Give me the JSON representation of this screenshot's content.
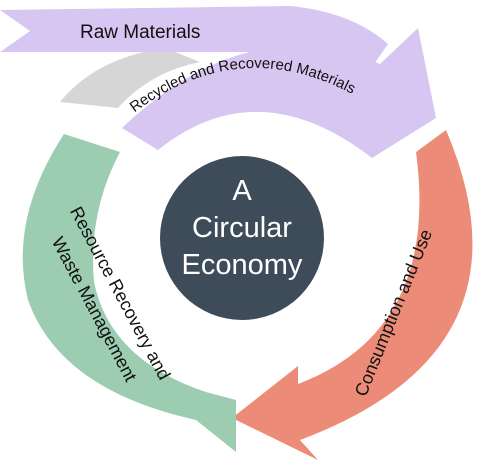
{
  "center": {
    "lines": [
      "A",
      "Circular",
      "Economy"
    ],
    "color": "#3e4c5a"
  },
  "stages": {
    "raw_materials": {
      "label": "Raw Materials",
      "color": "#d8c6f2"
    },
    "recycled": {
      "label": "Recycled and Recovered Materials",
      "color": "#d8c6f2"
    },
    "consumption": {
      "label": "Consumption and Use",
      "color": "#ec8c78"
    },
    "resource_recovery": {
      "lines": [
        "Resource Recovery and",
        "Waste Management"
      ],
      "color": "#9ccdb1"
    },
    "gap": {
      "color": "#d6d6d6"
    }
  }
}
